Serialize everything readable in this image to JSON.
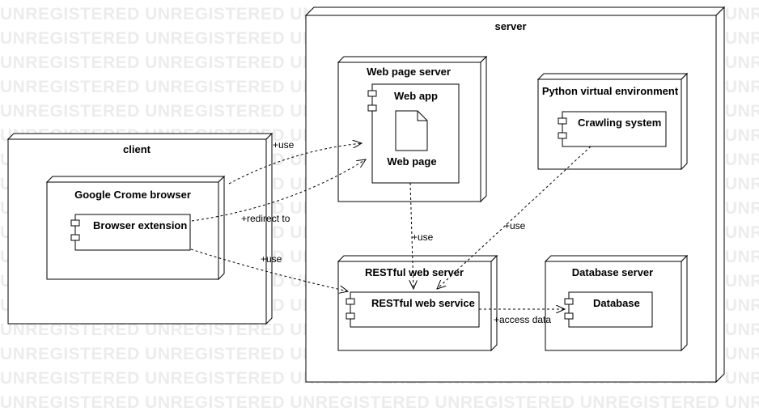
{
  "watermark": {
    "text": "UNREGISTERED UNREGISTERED UNREGISTERED UNREGISTERED UNREGISTERED UNREGISTERED UNREGISTERED"
  },
  "nodes": {
    "server": "server",
    "client": "client",
    "web_page_server": "Web page server",
    "python_venv": "Python virtual environment",
    "restful_server": "RESTful web server",
    "database_server": "Database server",
    "browser": "Google Crome browser"
  },
  "components": {
    "web_app": "Web app",
    "web_page": "Web page",
    "crawling": "Crawling system",
    "browser_ext": "Browser extension",
    "restful_service": "RESTful web service",
    "database": "Database"
  },
  "edges": {
    "use1": "+use",
    "redirect": "+redirect to",
    "use2": "+use",
    "use3": "+use",
    "use4": "+use",
    "access": "+access data"
  },
  "colors": {
    "line": "#000000",
    "fill": "#ffffff",
    "watermark": "#ececec"
  }
}
